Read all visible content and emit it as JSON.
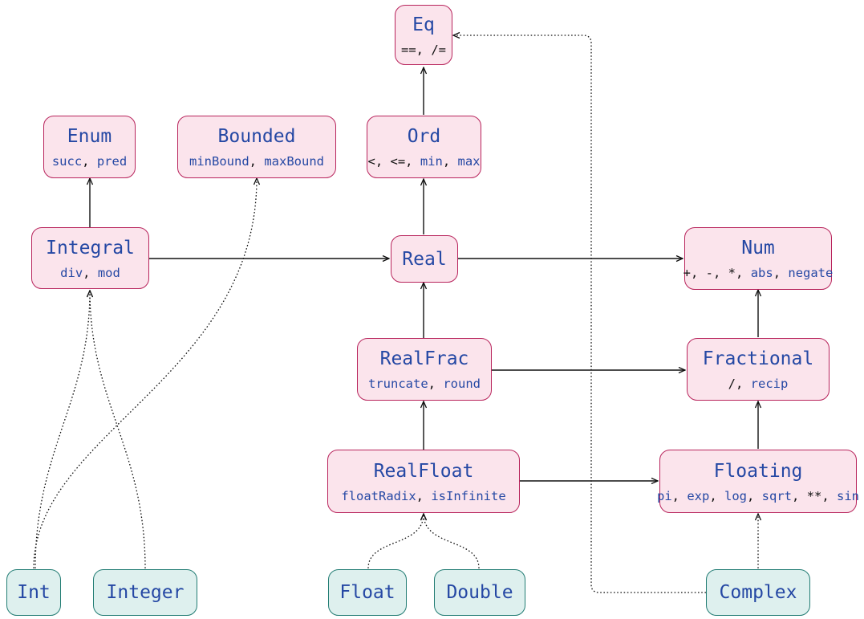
{
  "classes": {
    "eq": {
      "name": "Eq",
      "methods": [
        [
          "op",
          "=="
        ],
        [
          "op",
          "/="
        ]
      ]
    },
    "ord": {
      "name": "Ord",
      "methods": [
        [
          "op",
          "<"
        ],
        [
          "op",
          "<="
        ],
        [
          "fn",
          "min"
        ],
        [
          "fn",
          "max"
        ]
      ]
    },
    "enum": {
      "name": "Enum",
      "methods": [
        [
          "fn",
          "succ"
        ],
        [
          "fn",
          "pred"
        ]
      ]
    },
    "bounded": {
      "name": "Bounded",
      "methods": [
        [
          "fn",
          "minBound"
        ],
        [
          "fn",
          "maxBound"
        ]
      ]
    },
    "integral": {
      "name": "Integral",
      "methods": [
        [
          "fn",
          "div"
        ],
        [
          "fn",
          "mod"
        ]
      ]
    },
    "real": {
      "name": "Real",
      "methods": []
    },
    "num": {
      "name": "Num",
      "methods": [
        [
          "op",
          "+"
        ],
        [
          "op",
          "-"
        ],
        [
          "op",
          "*"
        ],
        [
          "fn",
          "abs"
        ],
        [
          "fn",
          "negate"
        ]
      ]
    },
    "realfrac": {
      "name": "RealFrac",
      "methods": [
        [
          "fn",
          "truncate"
        ],
        [
          "fn",
          "round"
        ]
      ]
    },
    "fractional": {
      "name": "Fractional",
      "methods": [
        [
          "op",
          "/"
        ],
        [
          "fn",
          "recip"
        ]
      ]
    },
    "realfloat": {
      "name": "RealFloat",
      "methods": [
        [
          "fn",
          "floatRadix"
        ],
        [
          "fn",
          "isInfinite"
        ]
      ]
    },
    "floating": {
      "name": "Floating",
      "methods": [
        [
          "fn",
          "pi"
        ],
        [
          "fn",
          "exp"
        ],
        [
          "fn",
          "log"
        ],
        [
          "fn",
          "sqrt"
        ],
        [
          "op",
          "**"
        ],
        [
          "fn",
          "sin"
        ]
      ]
    }
  },
  "types": {
    "int": {
      "name": "Int"
    },
    "integer": {
      "name": "Integer"
    },
    "float": {
      "name": "Float"
    },
    "double": {
      "name": "Double"
    },
    "complex": {
      "name": "Complex"
    }
  },
  "colors": {
    "class_fill": "#fbe4ec",
    "class_border": "#b8245c",
    "type_fill": "#def0ee",
    "type_border": "#237d74",
    "name_text": "#2548a4",
    "edge": "#111111"
  }
}
